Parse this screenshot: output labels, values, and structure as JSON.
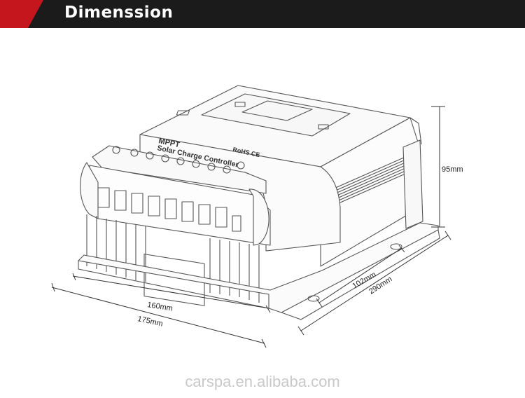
{
  "header": {
    "title": "Dimenssion",
    "accent_color": "#c4161c",
    "bar_color": "#1b1b1b"
  },
  "product": {
    "label_line1": "MPPT",
    "label_line2": "Solar Charge Controller",
    "cert_marks": "RoHS CE"
  },
  "dimensions": {
    "height": "95mm",
    "depth_inner": "102mm",
    "depth_outer": "290mm",
    "width_inner": "160mm",
    "width_outer": "175mm"
  },
  "watermark": "carspa.en.alibaba.com"
}
